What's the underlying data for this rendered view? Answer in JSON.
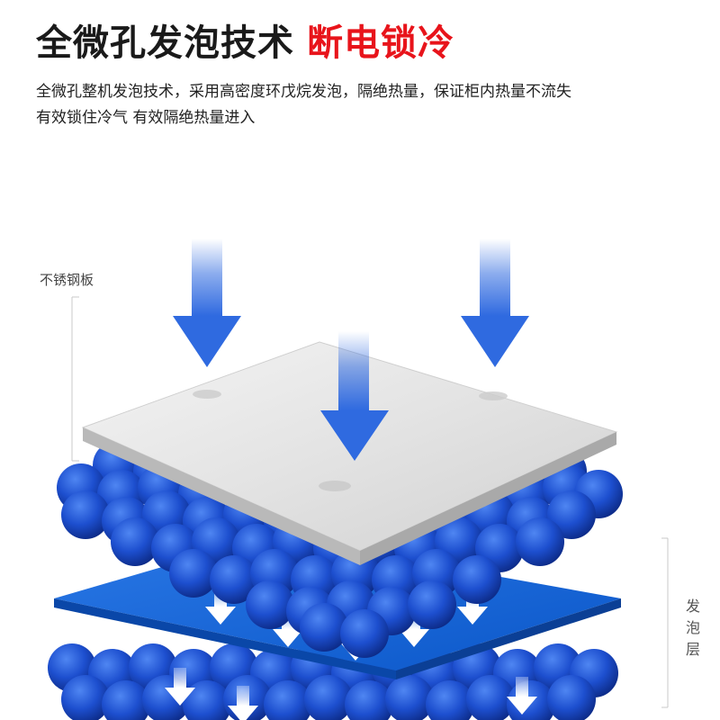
{
  "heading": {
    "main": "全微孔发泡技术",
    "accent": "断电锁冷"
  },
  "description": {
    "line1": "全微孔整机发泡技术，采用高密度环戊烷发泡，隔绝热量，保证柜内热量不流失",
    "line2": "有效锁住冷气 有效隔绝热量进入"
  },
  "labels": {
    "steel_plate": "不锈钢板",
    "foam_layer": "发泡层"
  },
  "colors": {
    "accent_red": "#e8141b",
    "foam_blue": "#1d4fcf",
    "arrow_blue": "#2f6ae0"
  },
  "icons": [
    "down-arrow-icon"
  ]
}
